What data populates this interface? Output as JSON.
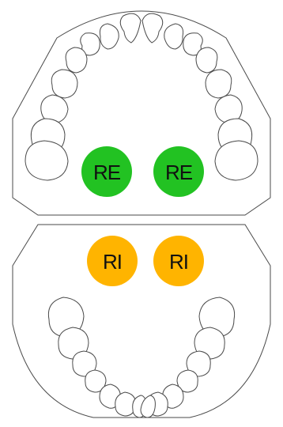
{
  "upper_arch": {
    "markers": [
      {
        "label": "RE",
        "color": "#22c222"
      },
      {
        "label": "RE",
        "color": "#22c222"
      }
    ]
  },
  "lower_arch": {
    "markers": [
      {
        "label": "RI",
        "color": "#ffb400"
      },
      {
        "label": "RI",
        "color": "#ffb400"
      }
    ]
  },
  "colors": {
    "outline": "#4a4a4a",
    "background": "#ffffff"
  }
}
